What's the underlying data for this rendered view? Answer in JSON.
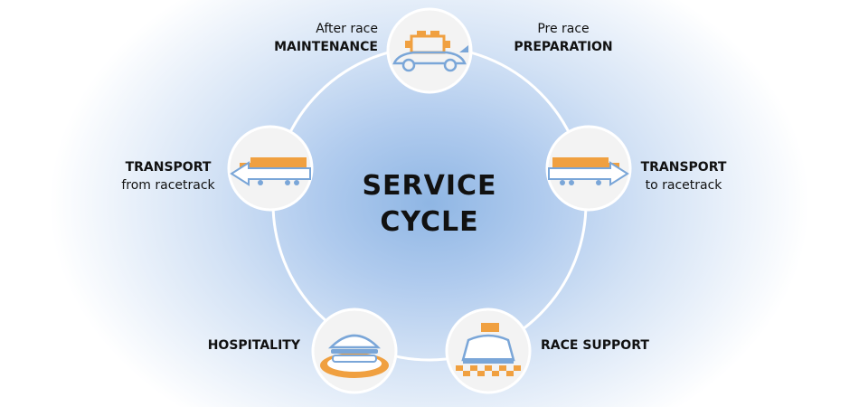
{
  "center": {
    "line1": "SERVICE",
    "line2": "CYCLE"
  },
  "nodes": {
    "maintenance": {
      "small": "After race",
      "bold": "MAINTENANCE",
      "icon": "car-engine-icon"
    },
    "preparation": {
      "small": "Pre race",
      "bold": "PREPARATION",
      "icon": "car-engine-icon"
    },
    "transport_to": {
      "bold": "TRANSPORT",
      "small": "to racetrack",
      "icon": "truck-icon"
    },
    "race_support": {
      "bold": "RACE SUPPORT",
      "icon": "race-car-icon"
    },
    "hospitality": {
      "bold": "HOSPITALITY",
      "icon": "burger-icon"
    },
    "transport_from": {
      "bold": "TRANSPORT",
      "small": "from racetrack",
      "icon": "truck-icon"
    }
  },
  "colors": {
    "orange": "#f0a040",
    "blue": "#7aa6d8",
    "ring": "#ffffff",
    "node_fill": "#f3f3f3"
  }
}
